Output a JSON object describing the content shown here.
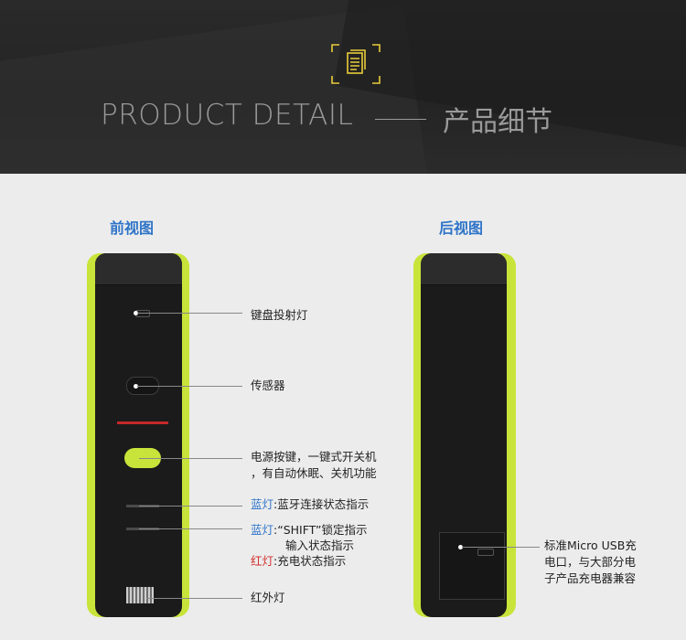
{
  "header": {
    "title_en": "PRODUCT DETAIL",
    "title_cn": "产品细节",
    "accent_color": "#e8cc3a"
  },
  "front": {
    "title": "前视图",
    "labels": {
      "projector": "键盘投射灯",
      "sensor": "传感器",
      "power_1": "电源按键，一键式开关机",
      "power_2": "，有自动休眠、关机功能",
      "blue1_prefix": "蓝灯",
      "blue1_text": ":蓝牙连接状态指示",
      "blue2_prefix": "蓝灯",
      "blue2_text": ":“SHIFT”锁定指示",
      "blue2_sub": "输入状态指示",
      "red_prefix": "红灯",
      "red_text": ":充电状态指示",
      "ir": "红外灯"
    }
  },
  "back": {
    "title": "后视图",
    "labels": {
      "usb_1": "标准Micro USB充",
      "usb_2": "电口，与大部分电",
      "usb_3": "子产品充电器兼容"
    }
  },
  "colors": {
    "lime": "#c8e43a",
    "blue": "#2e74c8",
    "red": "#d32f2f"
  }
}
